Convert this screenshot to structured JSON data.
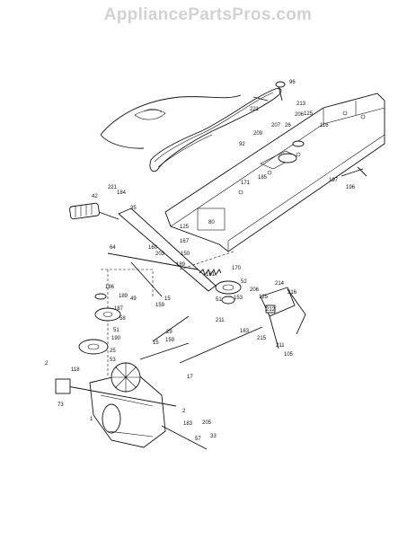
{
  "watermark": "AppliancePartsPros.com",
  "part_numbers": [
    "96",
    "213",
    "221",
    "206",
    "207",
    "26",
    "125",
    "116",
    "209",
    "92",
    "185",
    "197",
    "196",
    "171",
    "221",
    "184",
    "42",
    "35",
    "80",
    "125",
    "64",
    "160",
    "167",
    "203",
    "150",
    "189",
    "161",
    "52",
    "170",
    "49",
    "186",
    "159",
    "15",
    "153",
    "214",
    "216",
    "206",
    "125",
    "212",
    "51",
    "211",
    "189",
    "187",
    "58",
    "29",
    "163",
    "215",
    "211",
    "105",
    "51",
    "190",
    "15",
    "159",
    "17",
    "25",
    "53",
    "2",
    "118",
    "73",
    "2",
    "183",
    "205",
    "57",
    "33",
    "1"
  ]
}
